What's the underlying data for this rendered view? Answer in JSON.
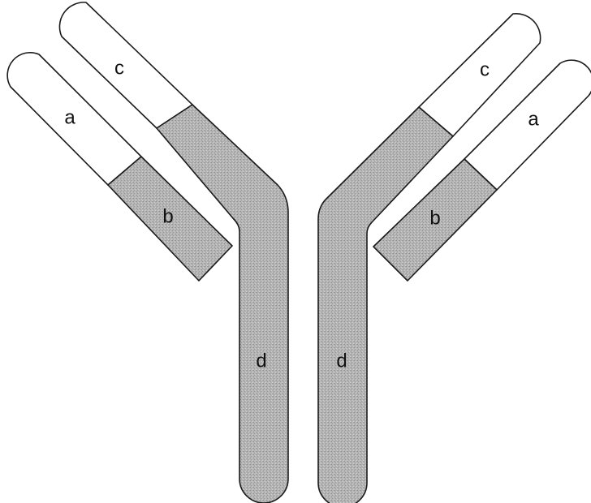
{
  "diagram": {
    "colors": {
      "light_region": "#ffffff",
      "dark_region": "#b4b4b4",
      "outline": "#1a1a1a",
      "text": "#111111"
    },
    "labels": {
      "left_light_chain_variable": "a",
      "left_light_chain_constant": "b",
      "left_heavy_chain_variable": "c",
      "left_heavy_chain_constant": "d",
      "right_light_chain_variable": "a",
      "right_light_chain_constant": "b",
      "right_heavy_chain_variable": "c",
      "right_heavy_chain_constant": "d"
    }
  }
}
